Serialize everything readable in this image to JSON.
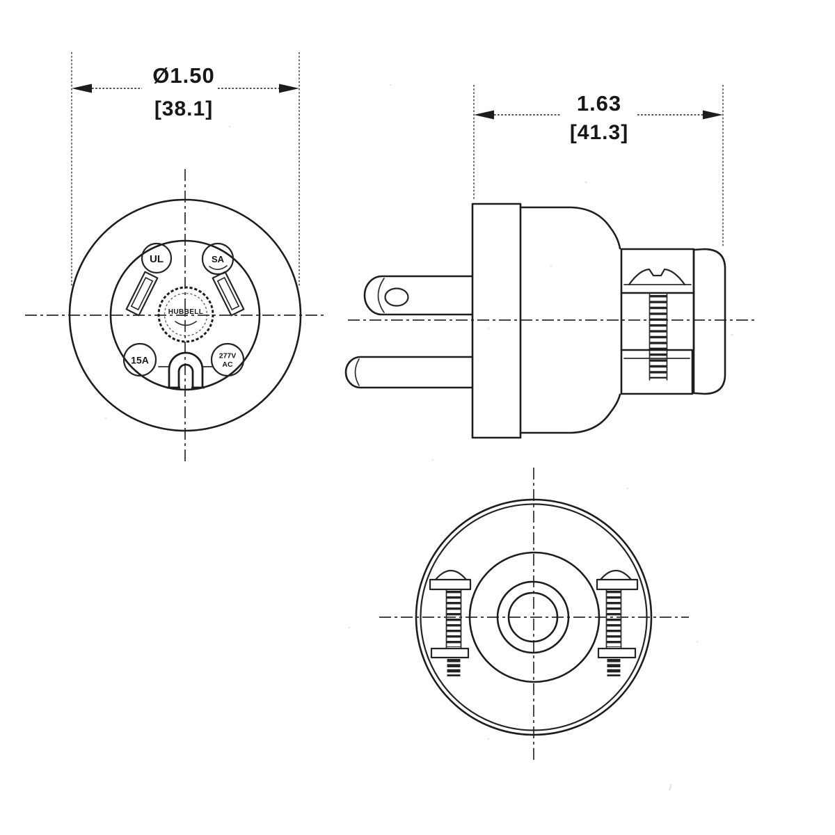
{
  "views": {
    "front": {
      "dimension_in": "Ø1.50",
      "dimension_mm": "[38.1]",
      "markings": {
        "ul": "UL",
        "csa": "SA",
        "amperage": "15A",
        "voltage_line1": "277V",
        "voltage_line2": "AC",
        "brand": "HUBBELL"
      }
    },
    "side": {
      "dimension_in": "1.63",
      "dimension_mm": "[41.3]"
    }
  },
  "colors": {
    "ink": "#1d1d1d",
    "paper": "#ffffff"
  }
}
